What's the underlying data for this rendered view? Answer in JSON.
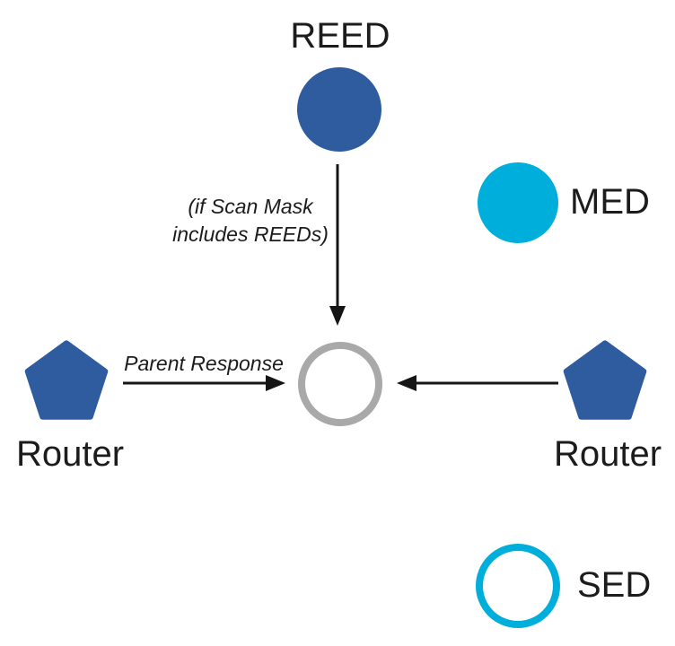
{
  "diagram": {
    "nodes": {
      "reed": {
        "label": "REED",
        "shape": "circle-filled",
        "color": "#2e5c9e"
      },
      "med": {
        "label": "MED",
        "shape": "circle-filled",
        "color": "#00aedc"
      },
      "sed": {
        "label": "SED",
        "shape": "circle-outline",
        "color": "#00aedc"
      },
      "parent": {
        "label": "",
        "shape": "circle-outline",
        "color": "#a9a9a9"
      },
      "router_left": {
        "label": "Router",
        "shape": "pentagon",
        "color": "#2e5c9e"
      },
      "router_right": {
        "label": "Router",
        "shape": "pentagon",
        "color": "#2e5c9e"
      }
    },
    "annotations": {
      "scan_mask_note": {
        "text": "(if Scan Mask includes REEDs)",
        "lines": [
          "(if Scan Mask",
          "includes REEDs)"
        ]
      },
      "parent_response": "Parent Response"
    },
    "edges": [
      {
        "from": "reed",
        "to": "parent",
        "direction": "down",
        "label": "(if Scan Mask includes REEDs)"
      },
      {
        "from": "router_left",
        "to": "parent",
        "direction": "right",
        "label": "Parent Response"
      },
      {
        "from": "router_right",
        "to": "parent",
        "direction": "left",
        "label": ""
      }
    ],
    "colors": {
      "router_reed_fill": "#2e5c9e",
      "med_sed_accent": "#00aedc",
      "parent_ring": "#a9a9a9",
      "arrow": "#151515",
      "text": "#1c1c1c"
    }
  }
}
